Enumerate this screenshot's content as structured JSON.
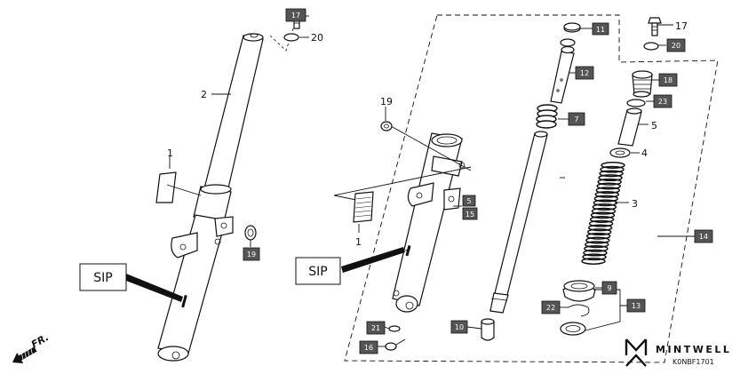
{
  "labels": {
    "l17a": "17",
    "l20a": "20",
    "l2": "2",
    "l1a": "1",
    "l19a": "19",
    "l19b": "19",
    "l1b": "1",
    "l11": "11",
    "l12": "12",
    "l7": "7",
    "l5box": "5",
    "l15": "15",
    "l17b": "17",
    "l20b": "20",
    "l18": "18",
    "l23": "23",
    "l5": "5",
    "l4": "4",
    "l3": "3",
    "l14": "14",
    "l9": "9",
    "l22": "22",
    "l13": "13",
    "l10": "10",
    "l21": "21",
    "l16": "16"
  },
  "sip": {
    "left": "SIP",
    "right": "SIP"
  },
  "direction": "FR.",
  "brand": "MINTWELL",
  "code": "K0NBF1701",
  "colors": {
    "ink": "#111111",
    "badge": "#555555",
    "paper": "#ffffff"
  }
}
